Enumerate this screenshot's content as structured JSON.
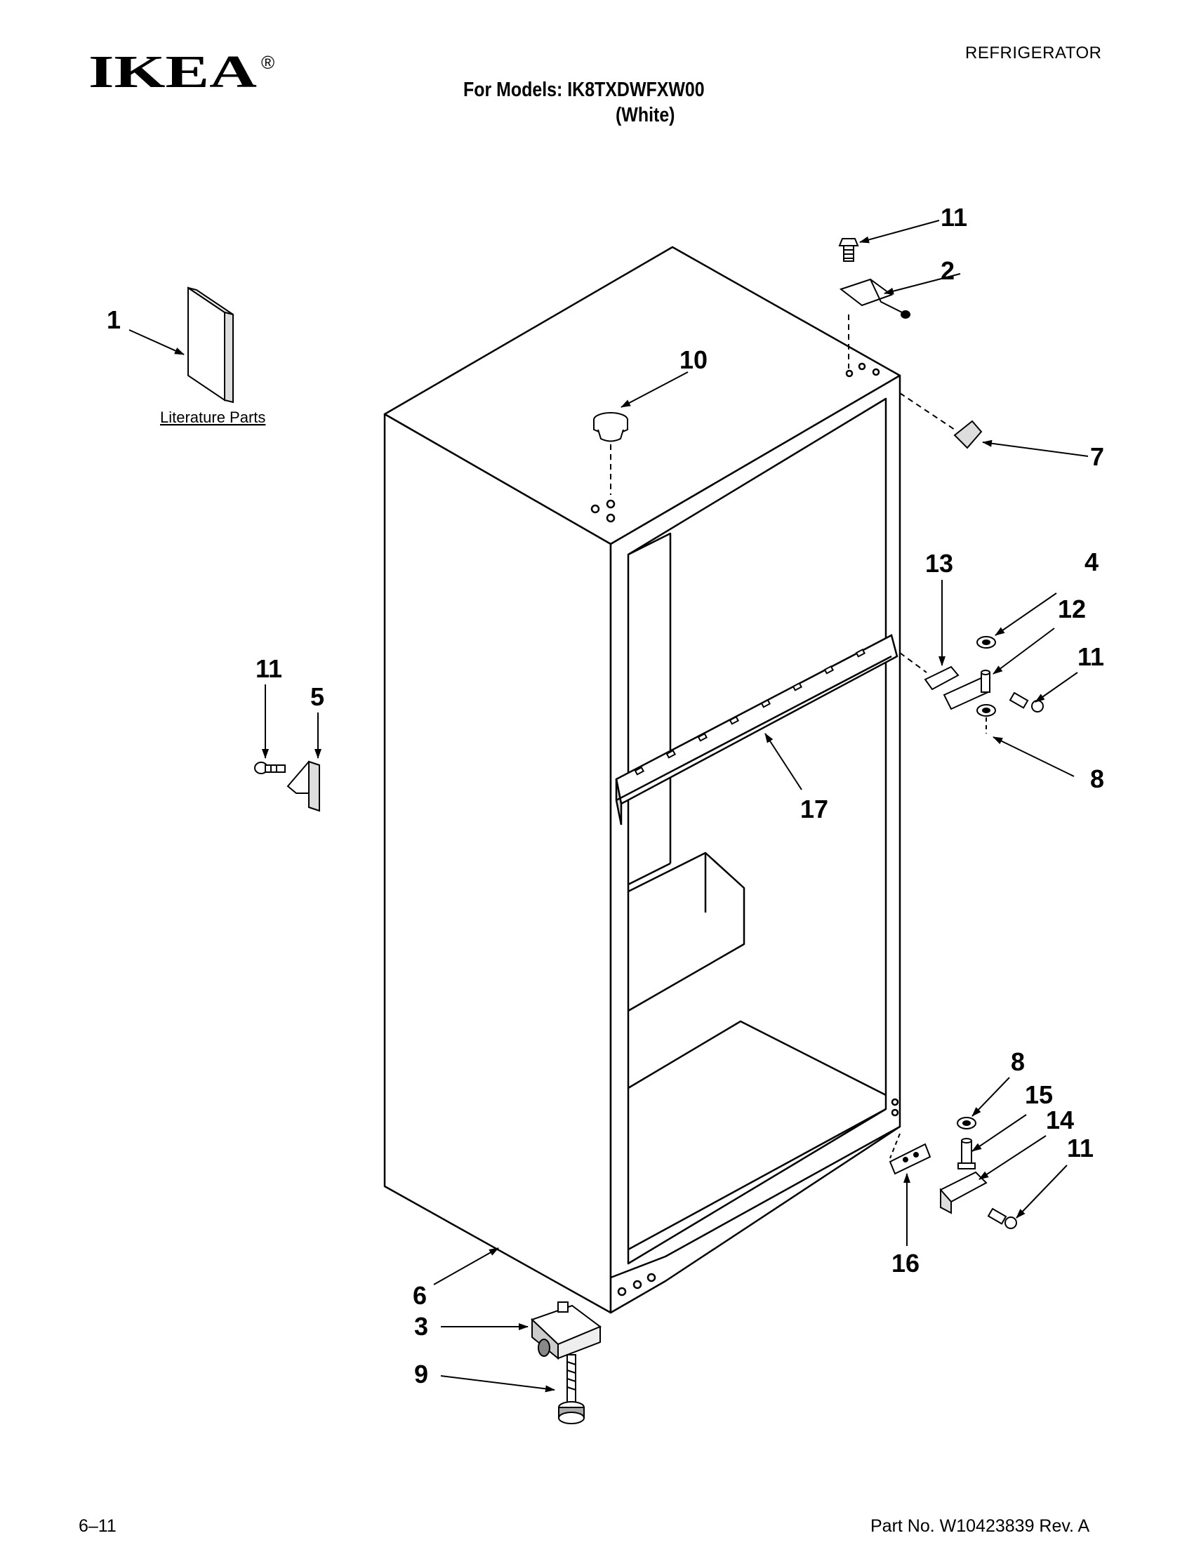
{
  "header": {
    "brand": "IKEA",
    "brand_mark": "®",
    "category": "REFRIGERATOR",
    "models_line": "For Models: IK8TXDWFXW00",
    "color_line": "(White)"
  },
  "diagram": {
    "literature_label": "Literature Parts",
    "callouts": {
      "c1": "1",
      "c2": "2",
      "c3": "3",
      "c4": "4",
      "c5": "5",
      "c6": "6",
      "c7": "7",
      "c8a": "8",
      "c8b": "8",
      "c9": "9",
      "c10": "10",
      "c11a": "11",
      "c11b": "11",
      "c11c": "11",
      "c11d": "11",
      "c12": "12",
      "c13": "13",
      "c14": "14",
      "c15": "15",
      "c16": "16",
      "c17": "17"
    }
  },
  "footer": {
    "date": "6–11",
    "part_no": "Part No. W10423839 Rev. A"
  }
}
